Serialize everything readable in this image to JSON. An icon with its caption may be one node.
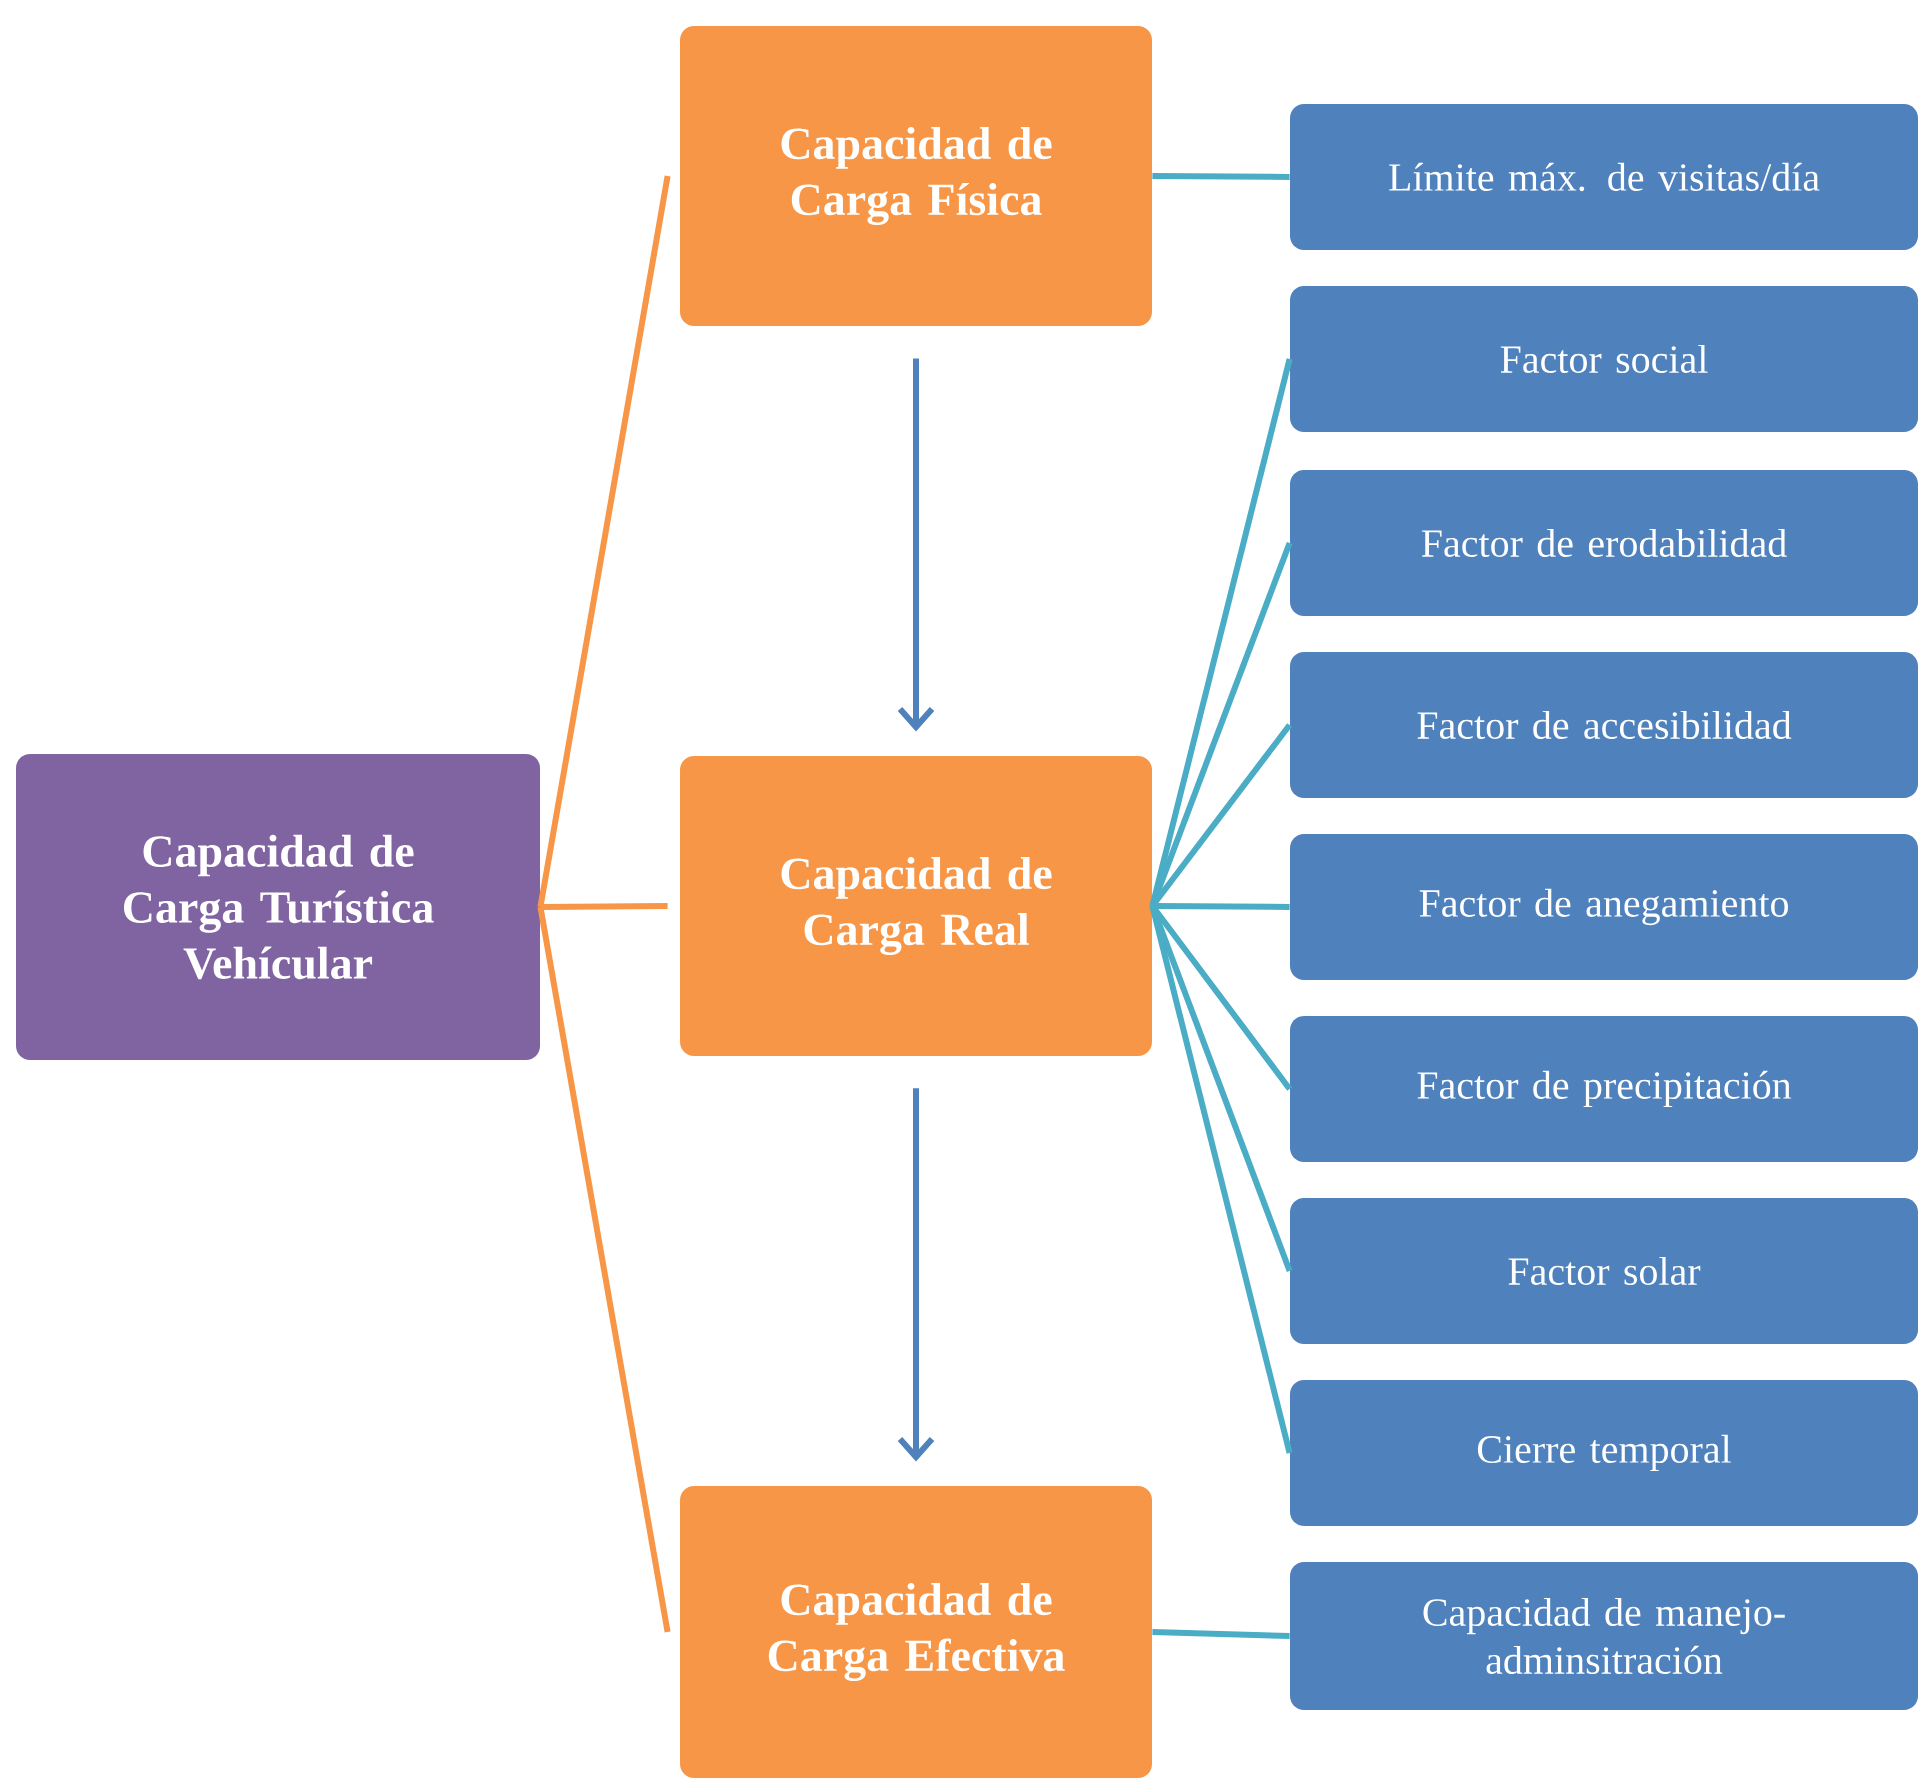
{
  "diagram": {
    "nodes": [
      {
        "text": [
          "Capacidad de Carga Turística Vehícular"
        ]
      },
      {
        "text": [
          "Capacidad de Carga Física"
        ]
      },
      {
        "text": [
          "Capacidad de Carga Real"
        ]
      },
      {
        "text": [
          "Capacidad de Carga Efectiva"
        ]
      },
      {
        "text": [
          "Límite máx. de visitas/día"
        ]
      },
      {
        "text": [
          "Factor social"
        ]
      },
      {
        "text": [
          "Factor de erodabilidad"
        ]
      },
      {
        "text": [
          "Factor de accesibilidad"
        ]
      },
      {
        "text": [
          "Factor de anegamiento"
        ]
      },
      {
        "text": [
          "Factor de precipitación"
        ]
      },
      {
        "text": [
          "Factor solar"
        ]
      },
      {
        "text": [
          "Cierre temporal"
        ]
      },
      {
        "text": [
          "Capacidad de manejo- adminsitración"
        ]
      }
    ],
    "edges": [
      {
        "from": 0,
        "to": 1,
        "arrow": "none",
        "color": "#f79646"
      },
      {
        "from": 0,
        "to": 2,
        "arrow": "none",
        "color": "#f79646"
      },
      {
        "from": 0,
        "to": 3,
        "arrow": "none",
        "color": "#f79646"
      },
      {
        "from": 1,
        "to": 2,
        "arrow": "to",
        "color": "#4f81bd"
      },
      {
        "from": 2,
        "to": 3,
        "arrow": "to",
        "color": "#4f81bd"
      },
      {
        "from": 1,
        "to": 4,
        "arrow": "none"
      },
      {
        "from": 2,
        "to": 5,
        "arrow": "none"
      },
      {
        "from": 2,
        "to": 6,
        "arrow": "none"
      },
      {
        "from": 2,
        "to": 7,
        "arrow": "none"
      },
      {
        "from": 2,
        "to": 8,
        "arrow": "none"
      },
      {
        "from": 2,
        "to": 9,
        "arrow": "none"
      },
      {
        "from": 2,
        "to": 10,
        "arrow": "none"
      },
      {
        "from": 2,
        "to": 11,
        "arrow": "none"
      },
      {
        "from": 3,
        "to": 12,
        "arrow": "none"
      }
    ]
  }
}
